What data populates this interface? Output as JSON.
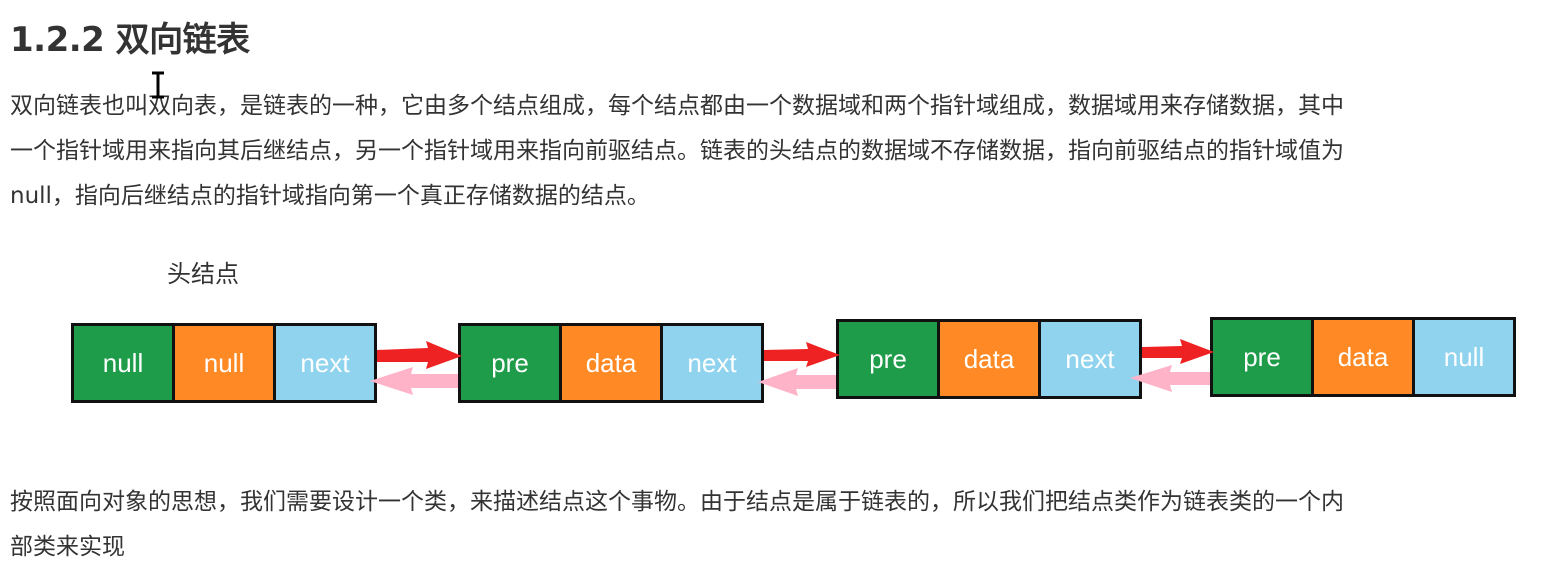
{
  "section": {
    "heading": "1.2.2 双向链表"
  },
  "paragraph1": {
    "lines": [
      "双向链表也叫双向表，是链表的一种，它由多个结点组成，每个结点都由一个数据域和两个指针域组成，数据域用来存储数据，其中",
      "一个指针域用来指向其后继结点，另一个指针域用来指向前驱结点。链表的头结点的数据域不存储数据，指向前驱结点的指针域值为",
      "null，指向后继结点的指针域指向第一个真正存储数据的结点。"
    ]
  },
  "diagram": {
    "head_label": "头结点",
    "nodes": [
      {
        "cells": [
          "null",
          "null",
          "next"
        ]
      },
      {
        "cells": [
          "pre",
          "data",
          "next"
        ]
      },
      {
        "cells": [
          "pre",
          "data",
          "next"
        ]
      },
      {
        "cells": [
          "pre",
          "data",
          "null"
        ]
      }
    ],
    "colors": {
      "prev_field": "#1f9c4a",
      "data_field": "#ff8a25",
      "next_field": "#8fd3ee",
      "forward_arrow": "#ee2222",
      "backward_arrow": "#ffb3c8",
      "border": "#111111"
    }
  },
  "paragraph2": {
    "lines": [
      "按照面向对象的思想，我们需要设计一个类，来描述结点这个事物。由于结点是属于链表的，所以我们把结点类作为链表类的一个内",
      "部类来实现"
    ]
  },
  "cursor": {
    "icon": "text-cursor-icon"
  }
}
